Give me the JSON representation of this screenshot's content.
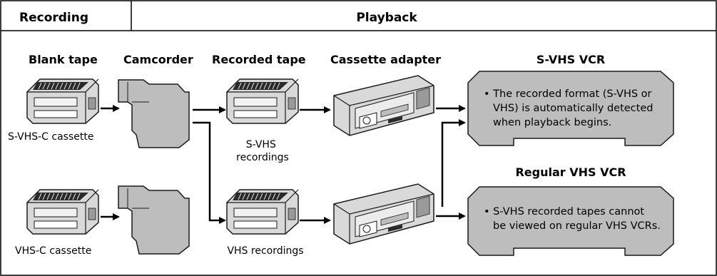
{
  "header": {
    "recording": "Recording",
    "playback": "Playback"
  },
  "columns": {
    "blank_tape": "Blank tape",
    "camcorder": "Camcorder",
    "recorded_tape": "Recorded tape",
    "cassette_adapter": "Cassette adapter"
  },
  "svhs_vcr": {
    "title": "S-VHS VCR",
    "note_lines": [
      "• The recorded format (S-VHS or",
      "VHS) is automatically detected",
      "when playback begins."
    ]
  },
  "vhs_vcr": {
    "title": "Regular VHS VCR",
    "note_lines": [
      "• S-VHS recorded tapes cannot",
      "be viewed on regular VHS VCRs."
    ]
  },
  "captions": {
    "svhs_cassette": "S-VHS-C cassette",
    "vhs_cassette": "VHS-C cassette",
    "svhs_recordings_1": "S-VHS",
    "svhs_recordings_2": "recordings",
    "vhs_recordings": "VHS recordings"
  },
  "colors": {
    "device_gray": "#bdbdbd",
    "tape_gray": "#d9d9d9",
    "stroke": "#1a1a1a"
  }
}
